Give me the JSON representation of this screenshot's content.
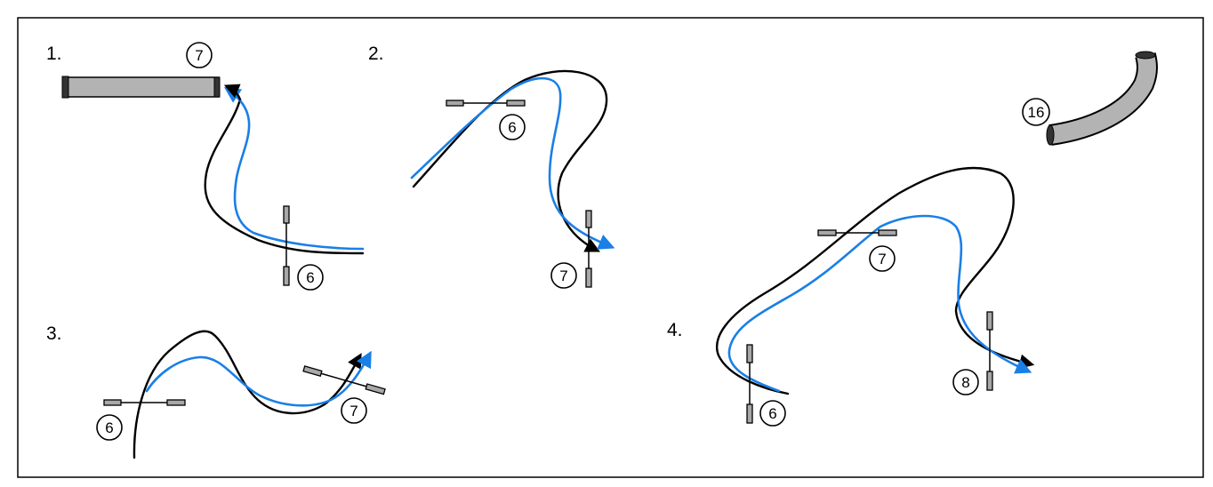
{
  "steps": [
    {
      "label": "1.",
      "callouts": [
        "7",
        "6"
      ]
    },
    {
      "label": "2.",
      "callouts": [
        "6",
        "7"
      ]
    },
    {
      "label": "3.",
      "callouts": [
        "6",
        "7"
      ]
    },
    {
      "label": "4.",
      "callouts": [
        "7",
        "6",
        "8"
      ]
    }
  ],
  "standalone_callout": "16",
  "colors": {
    "border": "#000000",
    "path_black": "#000000",
    "path_blue": "#1a7fe6",
    "tube_fill": "#b3b3b3",
    "clip_fill": "#a8a8a8"
  }
}
